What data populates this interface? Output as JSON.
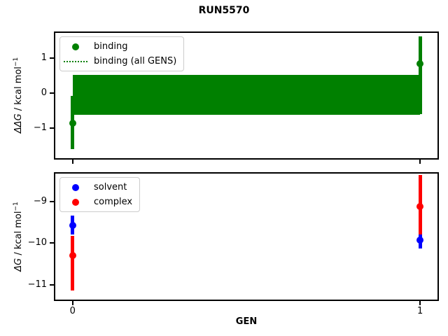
{
  "title": "RUN5570",
  "xlabel": "GEN",
  "colors": {
    "binding": "#008000",
    "solvent": "#0000ff",
    "complex": "#ff0000",
    "legend_border": "#cccccc",
    "axes": "#000000"
  },
  "top_plot": {
    "ylabel": "ΔΔG / kcal mol⁻¹",
    "ylabel_var": "ΔΔG",
    "ylabel_rest": " / kcal mol",
    "ylabel_sup": "−1",
    "legend": {
      "item1": "binding",
      "item2": "binding (all GENS)"
    }
  },
  "bottom_plot": {
    "ylabel": "ΔG / kcal mol⁻¹",
    "ylabel_var": "ΔG",
    "ylabel_rest": " / kcal mol",
    "ylabel_sup": "−1",
    "legend": {
      "item1": "solvent",
      "item2": "complex"
    }
  },
  "chart_data": [
    {
      "type": "scatter",
      "subplot": "top",
      "title": "RUN5570",
      "xlabel": "GEN",
      "ylabel": "ΔΔG / kcal mol⁻¹",
      "x": [
        0,
        1
      ],
      "xtick_values": [
        0,
        1
      ],
      "xtick_labels": [
        "0",
        "1"
      ],
      "xlim": [
        -0.05,
        1.05
      ],
      "ylim": [
        -1.87,
        1.72
      ],
      "ytick_values": [
        1,
        0,
        -1
      ],
      "ytick_labels": [
        "1",
        "0",
        "−1"
      ],
      "legend_position": "upper left",
      "grid": false,
      "series": [
        {
          "name": "binding",
          "color": "#008000",
          "marker": "circle",
          "values": [
            -0.87,
            0.84
          ],
          "err_lo": [
            -1.6,
            -0.61
          ],
          "err_hi": [
            -0.08,
            1.62
          ]
        },
        {
          "name": "binding (all GENS)",
          "color": "#008000",
          "style": "band",
          "line_style": "dotted",
          "band_lo": -0.63,
          "band_hi": 0.52,
          "band_x": [
            0,
            1
          ]
        }
      ]
    },
    {
      "type": "scatter",
      "subplot": "bottom",
      "xlabel": "GEN",
      "ylabel": "ΔG / kcal mol⁻¹",
      "x": [
        0,
        1
      ],
      "xtick_values": [
        0,
        1
      ],
      "xtick_labels": [
        "0",
        "1"
      ],
      "xlim": [
        -0.05,
        1.05
      ],
      "ylim": [
        -11.36,
        -8.33
      ],
      "ytick_values": [
        -9,
        -10,
        -11
      ],
      "ytick_labels": [
        "−9",
        "−10",
        "−11"
      ],
      "legend_position": "upper left",
      "grid": false,
      "series": [
        {
          "name": "solvent",
          "color": "#0000ff",
          "marker": "circle",
          "values": [
            -9.57,
            -9.93
          ],
          "err_lo": [
            -9.79,
            -10.13
          ],
          "err_hi": [
            -9.34,
            -9.76
          ]
        },
        {
          "name": "complex",
          "color": "#ff0000",
          "marker": "circle",
          "values": [
            -10.3,
            -9.12
          ],
          "err_lo": [
            -11.14,
            -9.79
          ],
          "err_hi": [
            -9.82,
            -8.36
          ]
        }
      ]
    }
  ]
}
